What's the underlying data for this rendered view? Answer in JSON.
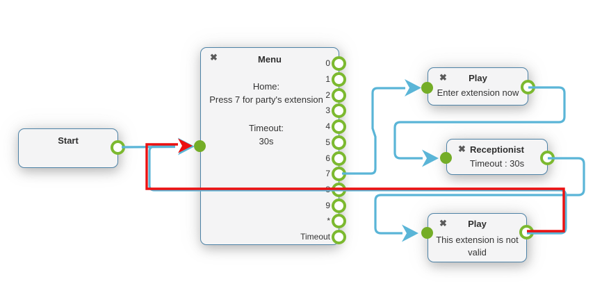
{
  "flow": {
    "start": {
      "title": "Start"
    },
    "menu": {
      "close_icon": "✖",
      "title": "Menu",
      "home_label": "Home:",
      "home_text": "Press 7 for party's extension",
      "timeout_label": "Timeout:",
      "timeout_value": "30s",
      "ports": [
        "0",
        "1",
        "2",
        "3",
        "4",
        "5",
        "6",
        "7",
        "8",
        "9",
        "*",
        "Timeout"
      ]
    },
    "play_enter": {
      "close_icon": "✖",
      "title": "Play",
      "text": "Enter extension now"
    },
    "receptionist": {
      "close_icon": "✖",
      "title": "Receptionist",
      "text": "Timeout : 30s"
    },
    "play_invalid": {
      "close_icon": "✖",
      "title": "Play",
      "text": "This extension is not valid"
    }
  },
  "colors": {
    "connector_blue": "#5ab5d7",
    "connector_red": "#ec1010",
    "port_green": "#7cb92f",
    "node_border": "#4d82a6",
    "node_background": "#f4f4f5"
  }
}
